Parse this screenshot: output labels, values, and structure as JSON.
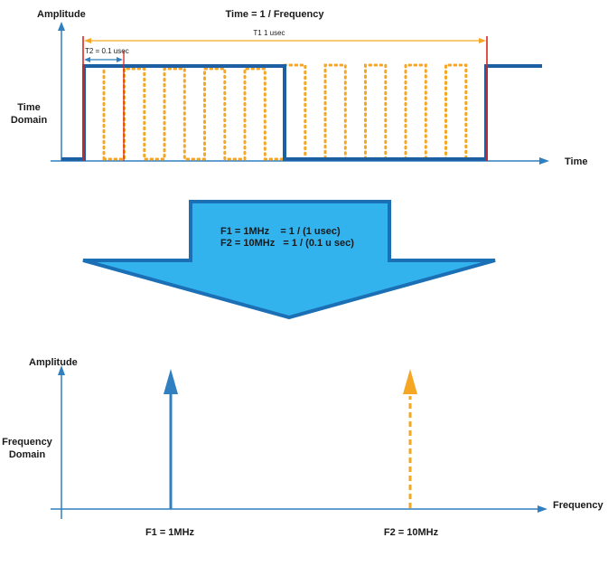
{
  "time_domain": {
    "title": "Time = 1 / Frequency",
    "amplitude_label": "Amplitude",
    "domain_label_line1": "Time",
    "domain_label_line2": "Domain",
    "x_axis_label": "Time",
    "t1_label": "T1 1 usec",
    "t2_label": "T2 = 0.1 usec"
  },
  "transform_arrow": {
    "line1": "F1 = 1MHz    = 1 / (1 usec)",
    "line2": "F2 = 10MHz   = 1 / (0.1 u sec)"
  },
  "frequency_domain": {
    "amplitude_label": "Amplitude",
    "domain_label_line1": "Frequency",
    "domain_label_line2": "Domain",
    "x_axis_label": "Frequency",
    "f1_label": "F1 = 1MHz",
    "f2_label": "F2 = 10MHz"
  },
  "colors": {
    "axis_blue": "#2f7fc1",
    "square_wave": "#1d5fa3",
    "fast_wave": "#f5a623",
    "period_marker": "#d9261c",
    "arrow_fill": "#33b3ee",
    "arrow_stroke": "#1a6fb5"
  }
}
